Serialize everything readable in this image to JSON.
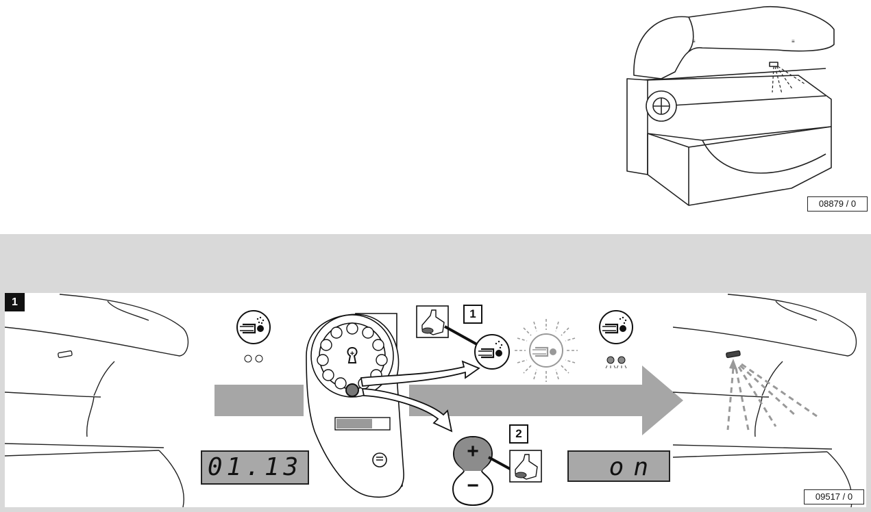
{
  "references": {
    "top_figure": "08879 / 0",
    "bottom_figure": "09517 / 0"
  },
  "step": {
    "number": "1"
  },
  "displays": {
    "left_value": "01.13",
    "right_value": "on"
  },
  "callouts": {
    "first": "1",
    "second": "2"
  },
  "control_panel": {
    "plus_symbol": "+",
    "minus_symbol": "−"
  },
  "icons": {
    "spray": "aqua-fresh-spray-icon",
    "hand_press": "hand-press-icon",
    "timer_dial": "timer-dial-icon"
  },
  "colors": {
    "band": "#d9d9d9",
    "arrow": "#a6a6a6",
    "display_bg": "#a8a8a8",
    "button_fill": "#8c8c8c"
  }
}
